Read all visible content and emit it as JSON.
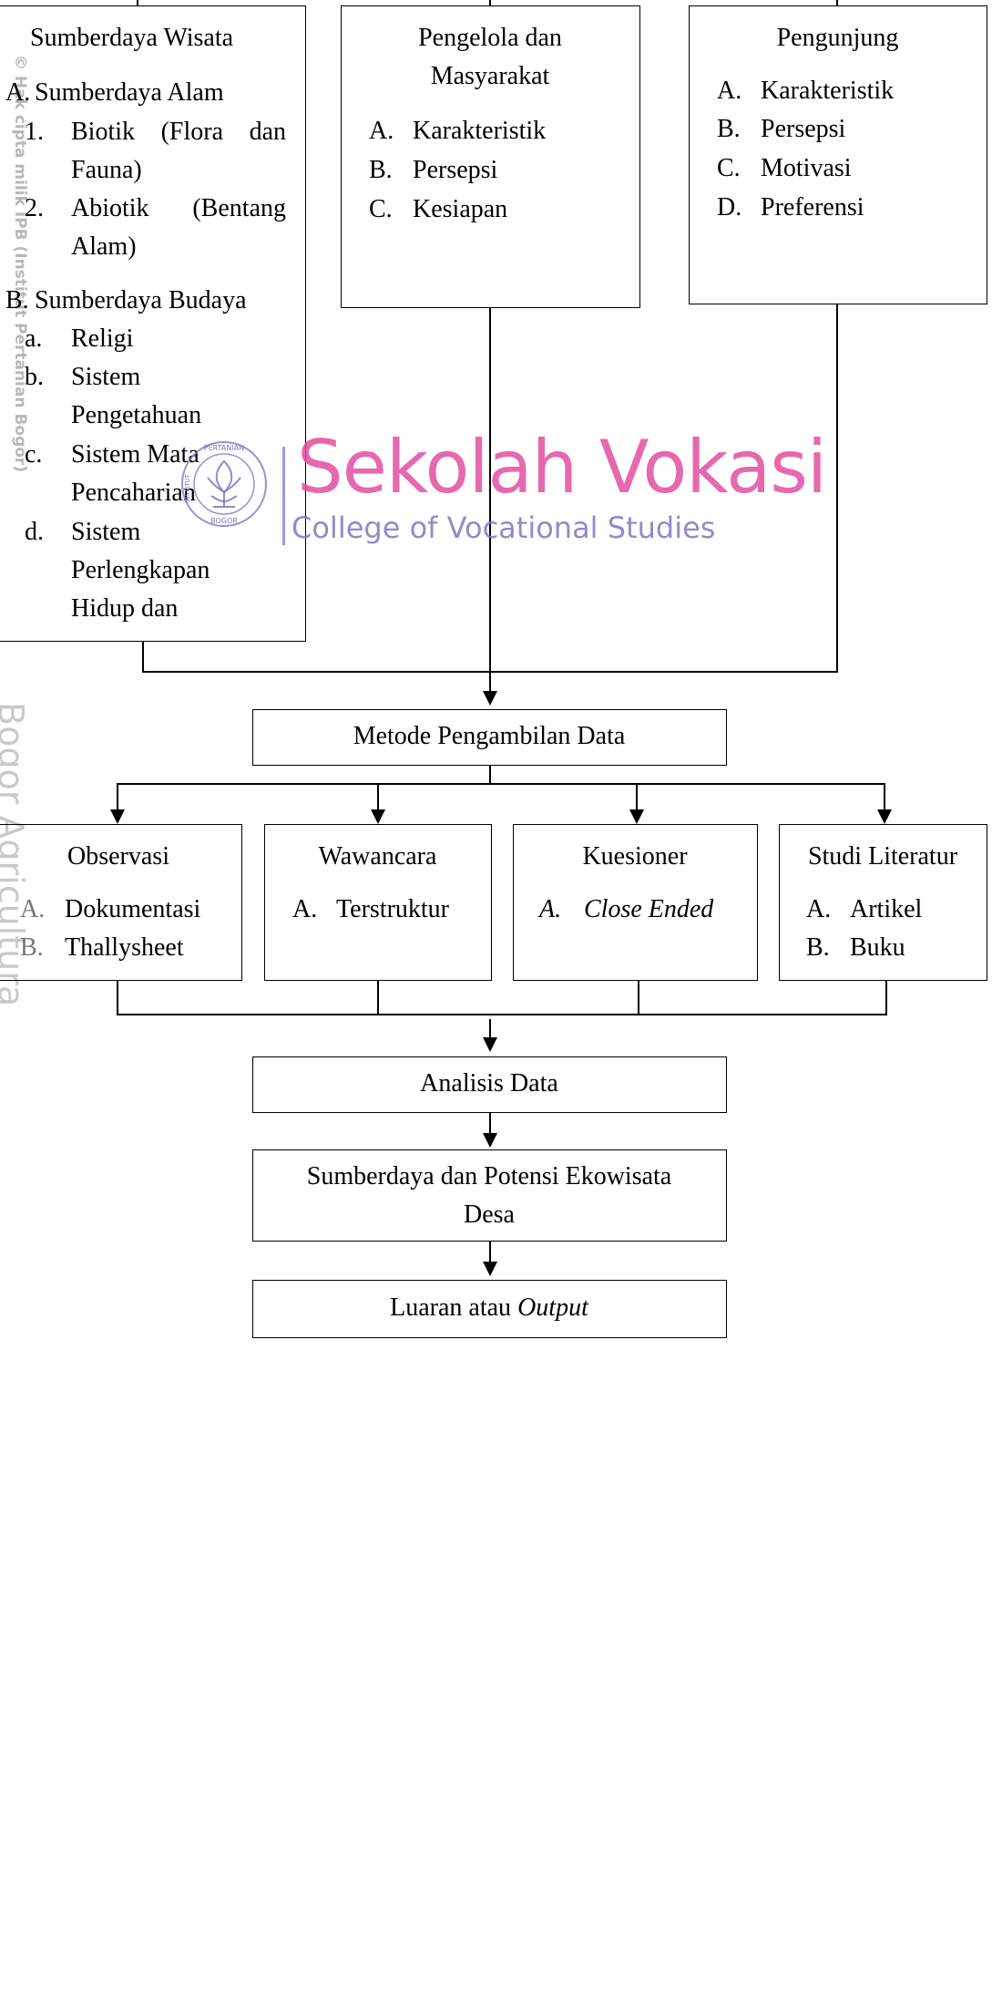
{
  "watermark": {
    "side_small_icon": "copyright-icon",
    "side_small": "Hak cipta milik IPB (Institut Pertanian Bogor)",
    "side_big": "Bogor Agricultura",
    "title": "Sekolah Vokasi",
    "subtitle": "College of Vocational Studies",
    "seal_top": "PERTANIAN",
    "seal_left": "INSTITUT",
    "seal_bottom": "BOGOR"
  },
  "sumberdaya": {
    "title": "Sumberdaya Wisata",
    "alam_marker": "A.",
    "alam_label": "Sumberdaya Alam",
    "biotik_marker": "1.",
    "biotik_l1": "Biotik (Flora dan",
    "biotik_l2": "Fauna)",
    "abiotik_marker": "2.",
    "abiotik_l1": "Abiotik (Bentang",
    "abiotik_l2": "Alam)",
    "budaya_marker": "B.",
    "budaya_label": "Sumberdaya Budaya",
    "religi_marker": "a.",
    "religi": "Religi",
    "sp_marker": "b.",
    "sp_l1": "Sistem",
    "sp_l2": "Pengetahuan",
    "smp_marker": "c.",
    "smp_l1": "Sistem Mata",
    "smp_l2": "Pencaharian",
    "spl_marker": "d.",
    "spl_l1": "Sistem",
    "spl_l2": "Perlengkapan",
    "spl_l3": "Hidup dan"
  },
  "pengelola": {
    "title_l1": "Pengelola dan",
    "title_l2": "Masyarakat",
    "items": [
      {
        "marker": "A.",
        "text": "Karakteristik"
      },
      {
        "marker": "B.",
        "text": "Persepsi"
      },
      {
        "marker": "C.",
        "text": "Kesiapan"
      }
    ]
  },
  "pengunjung": {
    "title": "Pengunjung",
    "items": [
      {
        "marker": "A.",
        "text": "Karakteristik"
      },
      {
        "marker": "B.",
        "text": "Persepsi"
      },
      {
        "marker": "C.",
        "text": "Motivasi"
      },
      {
        "marker": "D.",
        "text": "Preferensi"
      }
    ]
  },
  "metode": "Metode Pengambilan Data",
  "observasi": {
    "title": "Observasi",
    "items": [
      {
        "marker": "A.",
        "text": "Dokumentasi"
      },
      {
        "marker": "B.",
        "text": "Thallysheet"
      }
    ]
  },
  "wawancara": {
    "title": "Wawancara",
    "items": [
      {
        "marker": "A.",
        "text": "Terstruktur"
      }
    ]
  },
  "kuesioner": {
    "title": "Kuesioner",
    "items": [
      {
        "marker": "A.",
        "text": "Close Ended"
      }
    ]
  },
  "studi": {
    "title": "Studi Literatur",
    "items": [
      {
        "marker": "A.",
        "text": "Artikel"
      },
      {
        "marker": "B.",
        "text": "Buku"
      }
    ]
  },
  "analisis": "Analisis Data",
  "potensi_l1": "Sumberdaya dan Potensi Ekowisata",
  "potensi_l2": "Desa",
  "luaran_prefix": "Luaran atau",
  "luaran_italic": "Output"
}
